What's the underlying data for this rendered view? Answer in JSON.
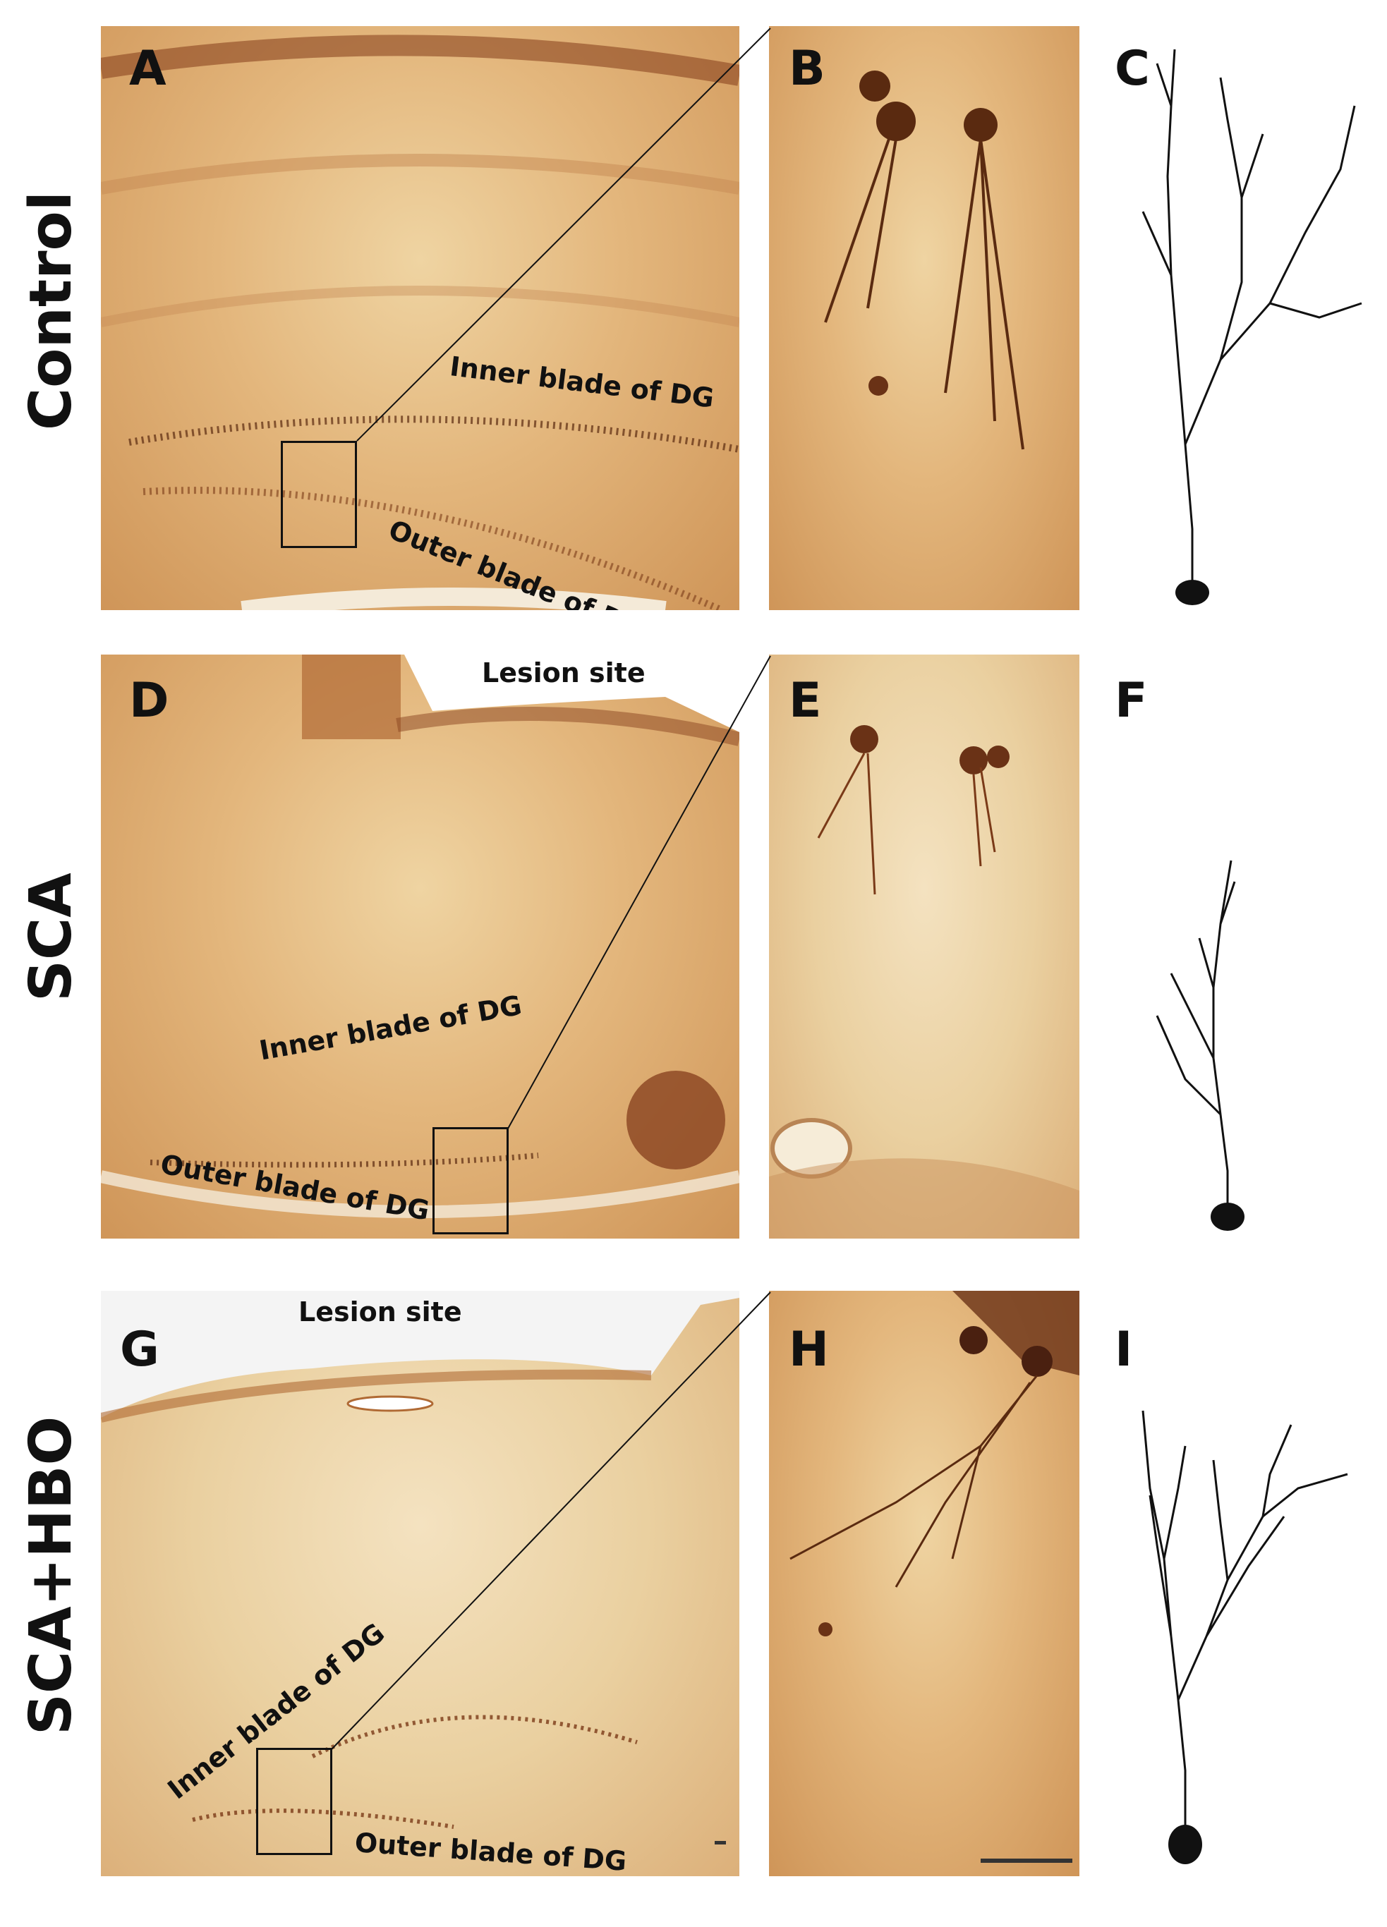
{
  "row_labels": {
    "control": "Control",
    "sca": "SCA",
    "sca_hbo": "SCA+HBO"
  },
  "panel_letters": {
    "a": "A",
    "b": "B",
    "c": "C",
    "d": "D",
    "e": "E",
    "f": "F",
    "g": "G",
    "h": "H",
    "i": "I"
  },
  "annotations": {
    "a_inner": "Inner blade of DG",
    "a_outer": "Outer blade of DG",
    "d_lesion": "Lesion site",
    "d_inner": "Inner blade of DG",
    "d_outer": "Outer blade of DG",
    "g_lesion": "Lesion site",
    "g_inner": "Inner blade of DG",
    "g_outer": "Outer blade of DG"
  },
  "colors": {
    "stain_dark": "#5a2a10",
    "stain_mid": "#b06a34",
    "tissue_light": "#f0d8a8",
    "trace": "#111111"
  }
}
